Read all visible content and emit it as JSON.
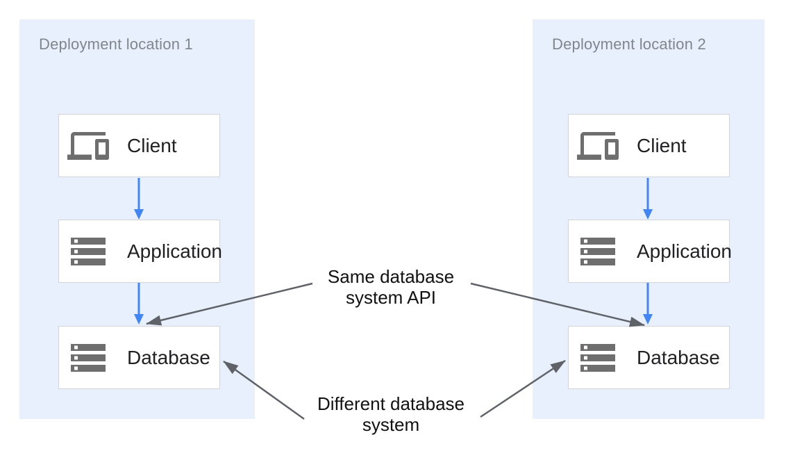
{
  "theme": {
    "panel_bg": "#e8f0fe",
    "node_bg": "#ffffff",
    "node_border": "#d2d4d7",
    "title_color": "#80868b",
    "label_color": "#212124",
    "annotation_color": "#111111",
    "icon_color": "#6e6e6e",
    "flow_arrow_color": "#4285f4",
    "annotation_arrow_color": "#5f6368",
    "canvas_bg": "#ffffff"
  },
  "panels": [
    {
      "title": "Deployment location 1",
      "nodes": [
        {
          "label": "Client",
          "icon": "devices-icon"
        },
        {
          "label": "Application",
          "icon": "storage-icon"
        },
        {
          "label": "Database",
          "icon": "storage-icon"
        }
      ]
    },
    {
      "title": "Deployment location 2",
      "nodes": [
        {
          "label": "Client",
          "icon": "devices-icon"
        },
        {
          "label": "Application",
          "icon": "storage-icon"
        },
        {
          "label": "Database",
          "icon": "storage-icon"
        }
      ]
    }
  ],
  "annotations": [
    {
      "id": "same-database-system-api",
      "text": "Same database\nsystem API"
    },
    {
      "id": "different-database-system",
      "text": "Different database\nsystem"
    }
  ],
  "connections": [
    {
      "from": "client-1",
      "to": "application-1",
      "style": "blue-flow"
    },
    {
      "from": "application-1",
      "to": "database-1",
      "style": "blue-flow"
    },
    {
      "from": "client-2",
      "to": "application-2",
      "style": "blue-flow"
    },
    {
      "from": "application-2",
      "to": "database-2",
      "style": "blue-flow"
    },
    {
      "from": "same-database-system-api",
      "to": "database-1",
      "style": "gray-annotation"
    },
    {
      "from": "same-database-system-api",
      "to": "database-2",
      "style": "gray-annotation"
    },
    {
      "from": "different-database-system",
      "to": "database-1",
      "style": "gray-annotation"
    },
    {
      "from": "different-database-system",
      "to": "database-2",
      "style": "gray-annotation"
    }
  ]
}
